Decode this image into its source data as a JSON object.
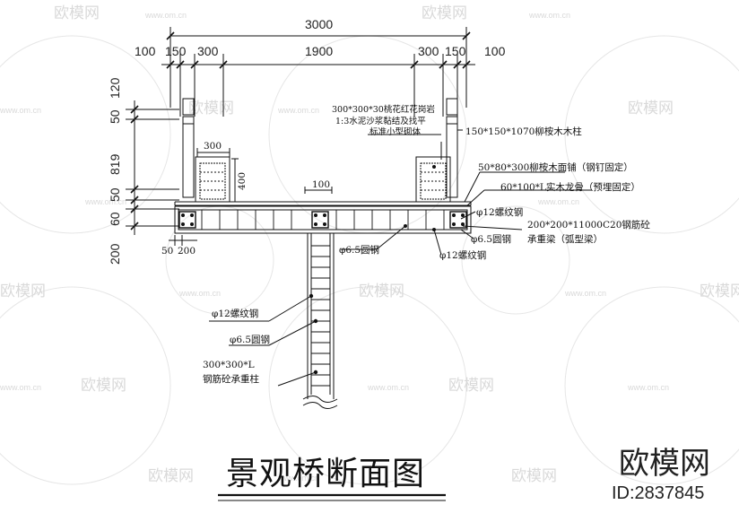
{
  "dimensions": {
    "total": "3000",
    "top_left": [
      "100",
      "150",
      "300"
    ],
    "top_center": "1900",
    "top_right": [
      "300",
      "150",
      "100"
    ],
    "left_vertical": [
      "120",
      "50",
      "819",
      "50",
      "60",
      "200"
    ],
    "box_width": "300",
    "box_height": "400",
    "gap": "100",
    "bottom_left": [
      "50",
      "200"
    ]
  },
  "labels": {
    "granite": "300*300*30桃花红花岗岩",
    "mortar": "1:3水泥沙浆黏结及找平",
    "brick": "标准小型砌体",
    "post": "150*150*1070柳桉木木柱",
    "deck": "50*80*300柳桉木面铺（钢钉固定）",
    "keel": "60*100*L实木龙骨（预埋固定）",
    "rebar12_right": "φ12螺纹钢",
    "beam1": "200*200*11000C20钢筋砼",
    "beam2": "承重梁（弧型梁）",
    "round65_right": "φ6.5圆钢",
    "round65_mid": "φ6.5圆钢",
    "rebar12_mid": "φ12螺纹钢",
    "rebar12_col": "φ12螺纹钢",
    "round65_col": "φ6.5圆钢",
    "column1": "300*300*L",
    "column2": "钢筋砼承重柱"
  },
  "title": "景观桥断面图",
  "brand": {
    "logo": "欧模网",
    "id": "ID:2837845"
  },
  "watermark": {
    "logo": "欧模网",
    "url": "www.om.cn"
  },
  "colors": {
    "line": "#111111",
    "watermark": "#d9d9d9",
    "background": "#ffffff"
  }
}
